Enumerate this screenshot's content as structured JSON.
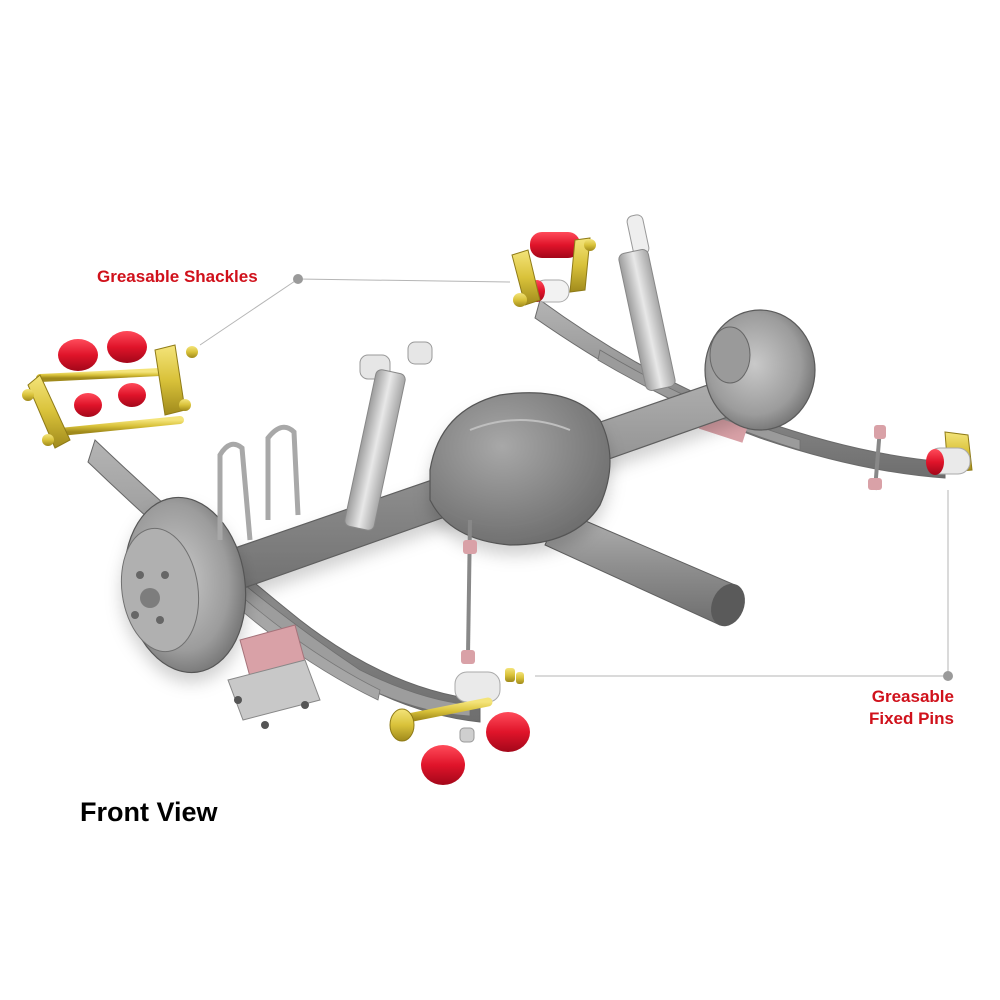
{
  "labels": {
    "greasable_shackles": "Greasable Shackles",
    "greasable_fixed_pins_line1": "Greasable",
    "greasable_fixed_pins_line2": "Fixed Pins",
    "view_title": "Front View"
  },
  "colors": {
    "callout_text": "#d0111b",
    "leader_line": "#b5b5b5",
    "leader_dot": "#9a9a9a",
    "bushing": "#e0142a",
    "hardware": "#d9c23a",
    "metal": "#8f8f8f",
    "pad": "#d9a1a7"
  },
  "components": [
    "rear-axle-housing",
    "differential-housing",
    "left-brake-drum",
    "right-brake-drum",
    "left-leaf-spring",
    "right-leaf-spring",
    "left-shock-absorber",
    "right-shock-absorber",
    "u-bolts",
    "driveshaft-tube",
    "rear-shackle-kits",
    "front-fixed-pin-kits",
    "sway-bar-links"
  ]
}
